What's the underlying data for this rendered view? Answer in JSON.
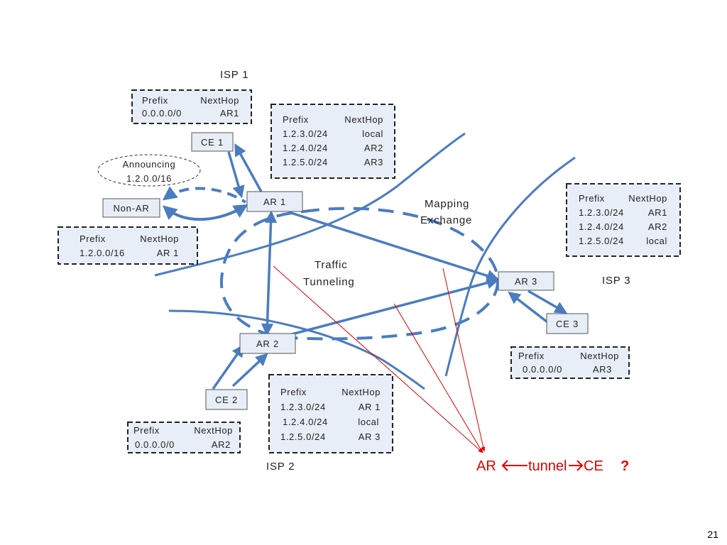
{
  "colors": {
    "accent": "#4a7cc1",
    "note": "#e00000",
    "box_fill": "#e8eef7"
  },
  "isp_labels": {
    "isp1": "ISP 1",
    "isp2": "ISP 2",
    "isp3": "ISP 3"
  },
  "nodes": {
    "ce1": "CE 1",
    "ar1": "AR 1",
    "nonar": "Non-AR",
    "ar2": "AR 2",
    "ce2": "CE 2",
    "ar3": "AR 3",
    "ce3": "CE 3"
  },
  "announce": {
    "line1": "Announcing",
    "line2": "1.2.0.0/16"
  },
  "labels": {
    "mapping": [
      "Mapping",
      "Exchange"
    ],
    "traffic": [
      "Traffic",
      "Tunneling"
    ]
  },
  "tables": {
    "ce1": {
      "header": [
        "Prefix",
        "NextHop"
      ],
      "rows": [
        [
          "0.0.0.0/0",
          "AR1"
        ]
      ]
    },
    "ar1": {
      "header": [
        "Prefix",
        "NextHop"
      ],
      "rows": [
        [
          "1.2.3.0/24",
          "local"
        ],
        [
          "1.2.4.0/24",
          "AR2"
        ],
        [
          "1.2.5.0/24",
          "AR3"
        ]
      ]
    },
    "nonar": {
      "header": [
        "Prefix",
        "NextHop"
      ],
      "rows": [
        [
          "1.2.0.0/16",
          "AR 1"
        ]
      ]
    },
    "ar3": {
      "header": [
        "Prefix",
        "NextHop"
      ],
      "rows": [
        [
          "1.2.3.0/24",
          "AR1"
        ],
        [
          "1.2.4.0/24",
          "AR2"
        ],
        [
          "1.2.5.0/24",
          "local"
        ]
      ]
    },
    "ce3": {
      "header": [
        "Prefix",
        "NextHop"
      ],
      "rows": [
        [
          "0.0.0.0/0",
          "AR3"
        ]
      ]
    },
    "ar2": {
      "header": [
        "Prefix",
        "NextHop"
      ],
      "rows": [
        [
          "1.2.3.0/24",
          "AR 1"
        ],
        [
          "1.2.4.0/24",
          "local"
        ],
        [
          "1.2.5.0/24",
          "AR 3"
        ]
      ]
    },
    "ce2": {
      "header": [
        "Prefix",
        "NextHop"
      ],
      "rows": [
        [
          "0.0.0.0/0",
          "AR2"
        ]
      ]
    }
  },
  "question": {
    "part1": "AR",
    "part2": "tunnel",
    "part3": "CE",
    "mark": "?"
  },
  "page_number": "21"
}
